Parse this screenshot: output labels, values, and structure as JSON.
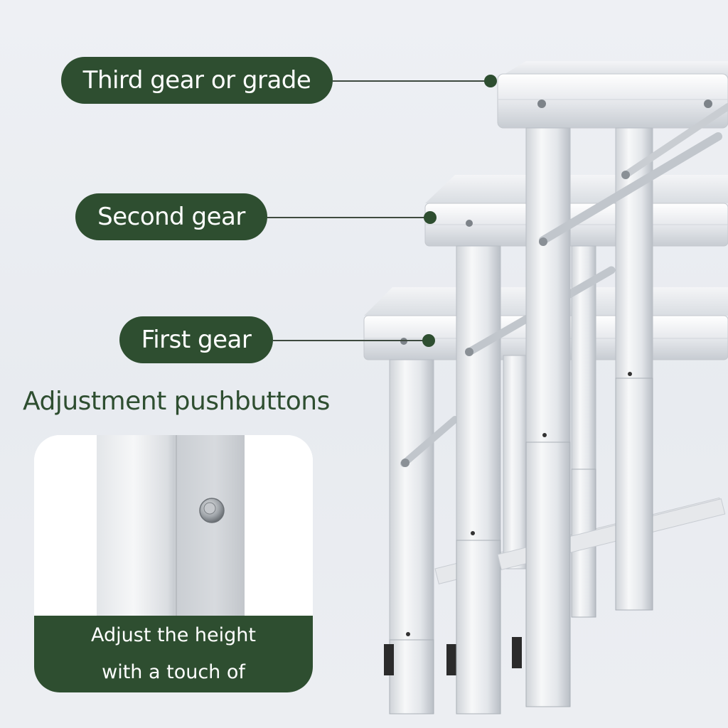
{
  "labels": {
    "third": "Third gear or grade",
    "second": "Second gear",
    "first": "First gear"
  },
  "heading": "Adjustment pushbuttons",
  "caption": {
    "line1": "Adjust the height",
    "line2": "with a touch of"
  },
  "colors": {
    "accent_green": "#2e4e30",
    "background": "#eceef2",
    "aluminum": "#dfe2e6"
  },
  "icons": [
    "push-button-icon"
  ]
}
